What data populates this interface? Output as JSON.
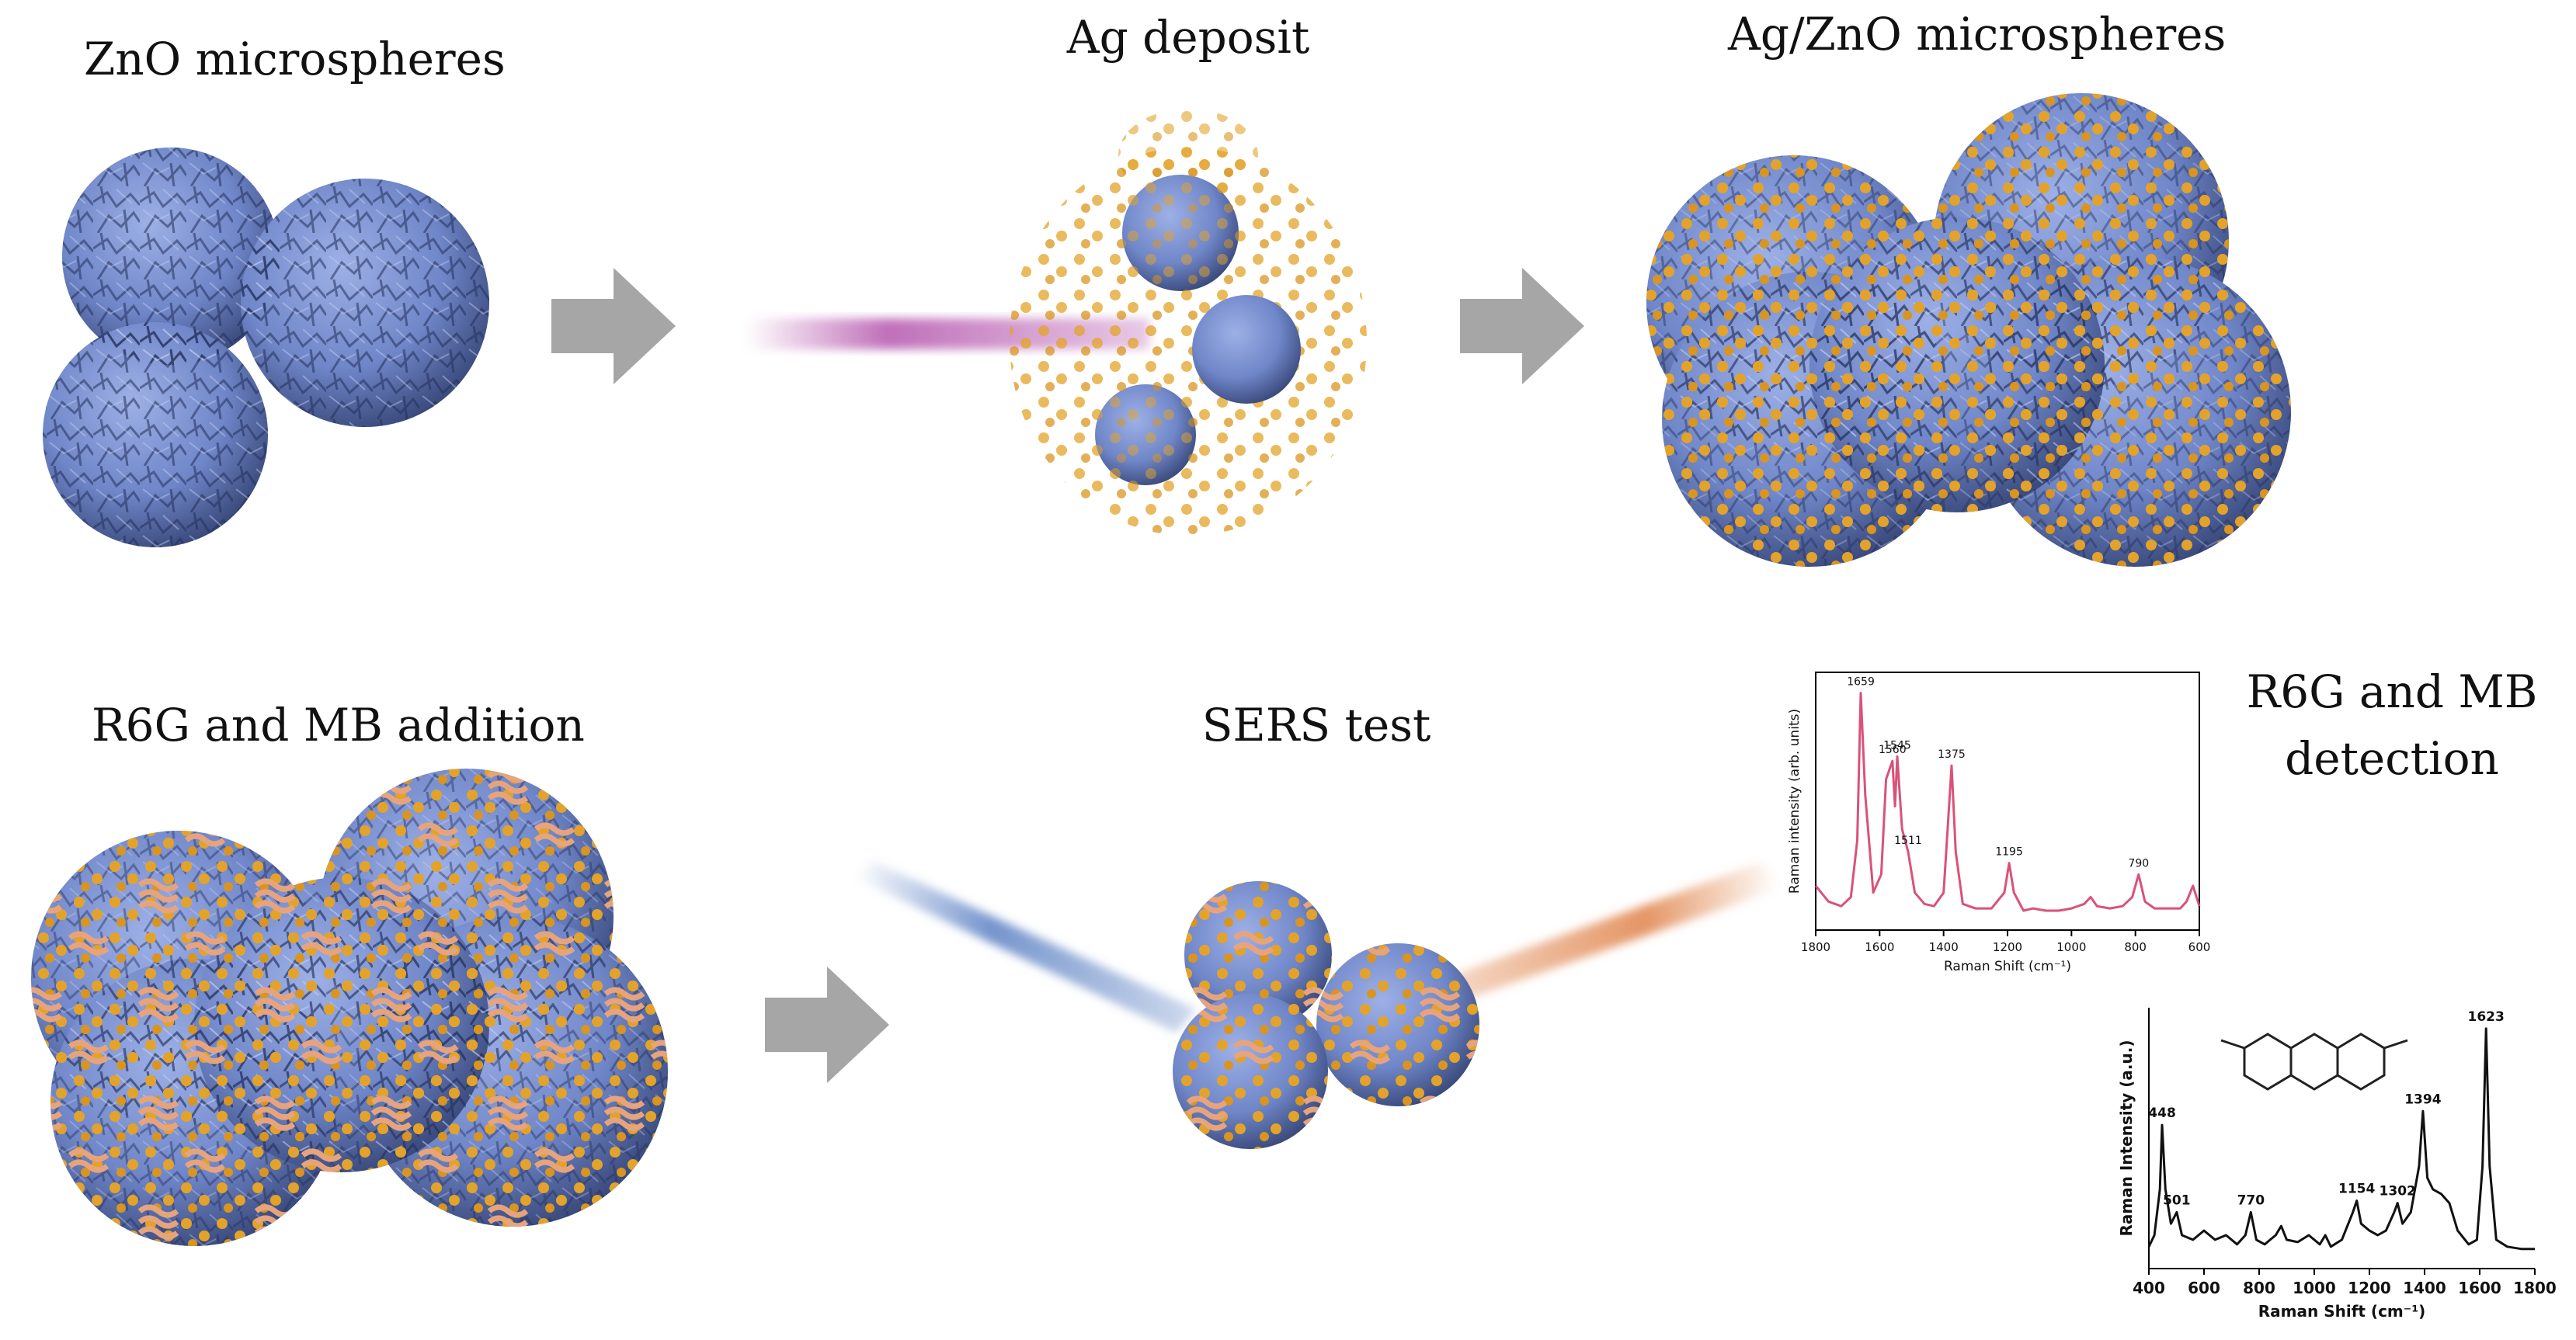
{
  "labels": {
    "zno": "ZnO microspheres",
    "ag_deposit": "Ag deposit",
    "ag_zno": "Ag/ZnO microspheres",
    "addition": "R6G and MB addition",
    "sers": "SERS test",
    "detection_line1": "R6G and MB",
    "detection_line2": "detection"
  },
  "colors": {
    "sphere": "#6f86c8",
    "sphere_dark": "#2c3a68",
    "ag_particle": "#e3a32a",
    "arrow": "#a6a6a6",
    "beam_purple": "#b04ca8",
    "beam_blue": "#5d82c4",
    "beam_orange": "#e0834a",
    "r6g_line": "#d9527a",
    "mb_line": "#111111"
  },
  "chart_data": [
    {
      "type": "line",
      "title": "",
      "xlabel": "Raman Shift (cm⁻¹)",
      "ylabel": "Raman intensity (arb. units)",
      "xlim": [
        1800,
        600
      ],
      "x_reversed": true,
      "xticks": [
        1800,
        1600,
        1400,
        1200,
        1000,
        800,
        600
      ],
      "grid": false,
      "series": [
        {
          "x": [
            1800,
            1760,
            1720,
            1690,
            1670,
            1659,
            1645,
            1620,
            1595,
            1580,
            1560,
            1552,
            1545,
            1530,
            1511,
            1490,
            1460,
            1430,
            1400,
            1385,
            1375,
            1362,
            1340,
            1300,
            1250,
            1210,
            1195,
            1180,
            1150,
            1120,
            1080,
            1040,
            1000,
            960,
            940,
            920,
            880,
            840,
            810,
            790,
            770,
            740,
            700,
            660,
            640,
            620,
            600
          ],
          "y": [
            0.15,
            0.08,
            0.06,
            0.1,
            0.35,
            1.0,
            0.55,
            0.12,
            0.2,
            0.62,
            0.7,
            0.5,
            0.72,
            0.4,
            0.3,
            0.12,
            0.07,
            0.06,
            0.12,
            0.45,
            0.68,
            0.3,
            0.07,
            0.05,
            0.05,
            0.12,
            0.25,
            0.12,
            0.04,
            0.05,
            0.04,
            0.04,
            0.05,
            0.07,
            0.1,
            0.06,
            0.05,
            0.06,
            0.1,
            0.2,
            0.08,
            0.05,
            0.05,
            0.05,
            0.08,
            0.15,
            0.06
          ]
        }
      ],
      "annotations": [
        {
          "text": "1659",
          "x": 1659,
          "y": 1.0
        },
        {
          "text": "1560",
          "x": 1560,
          "y": 0.7
        },
        {
          "text": "1545",
          "x": 1545,
          "y": 0.72
        },
        {
          "text": "1511",
          "x": 1511,
          "y": 0.3
        },
        {
          "text": "1375",
          "x": 1375,
          "y": 0.68
        },
        {
          "text": "1195",
          "x": 1195,
          "y": 0.25
        },
        {
          "text": "790",
          "x": 790,
          "y": 0.2
        }
      ]
    },
    {
      "type": "line",
      "title": "",
      "xlabel": "Raman Shift (cm⁻¹)",
      "ylabel": "Raman Intensity (a.u.)",
      "xlim": [
        400,
        1800
      ],
      "xticks": [
        400,
        600,
        800,
        1000,
        1200,
        1400,
        1600,
        1800
      ],
      "grid": false,
      "series": [
        {
          "x": [
            400,
            420,
            440,
            448,
            460,
            480,
            501,
            520,
            560,
            600,
            640,
            680,
            720,
            750,
            770,
            790,
            820,
            860,
            880,
            900,
            940,
            980,
            1020,
            1040,
            1060,
            1100,
            1140,
            1154,
            1170,
            1200,
            1230,
            1260,
            1290,
            1302,
            1320,
            1350,
            1380,
            1394,
            1410,
            1430,
            1460,
            1490,
            1520,
            1560,
            1590,
            1610,
            1623,
            1636,
            1660,
            1700,
            1750,
            1800
          ],
          "y": [
            0.05,
            0.1,
            0.3,
            0.58,
            0.3,
            0.15,
            0.2,
            0.1,
            0.08,
            0.12,
            0.08,
            0.1,
            0.06,
            0.1,
            0.2,
            0.08,
            0.06,
            0.1,
            0.14,
            0.08,
            0.07,
            0.1,
            0.06,
            0.1,
            0.05,
            0.08,
            0.2,
            0.25,
            0.15,
            0.12,
            0.1,
            0.12,
            0.2,
            0.24,
            0.15,
            0.2,
            0.4,
            0.64,
            0.35,
            0.3,
            0.28,
            0.24,
            0.12,
            0.06,
            0.08,
            0.4,
            1.0,
            0.4,
            0.08,
            0.05,
            0.04,
            0.04
          ]
        }
      ],
      "annotations": [
        {
          "text": "448",
          "x": 448,
          "y": 0.58
        },
        {
          "text": "501",
          "x": 501,
          "y": 0.2
        },
        {
          "text": "770",
          "x": 770,
          "y": 0.2
        },
        {
          "text": "1154",
          "x": 1154,
          "y": 0.25
        },
        {
          "text": "1302",
          "x": 1302,
          "y": 0.24
        },
        {
          "text": "1394",
          "x": 1394,
          "y": 0.64
        },
        {
          "text": "1623",
          "x": 1623,
          "y": 1.0
        }
      ],
      "inset": "methylene blue structural formula"
    }
  ]
}
